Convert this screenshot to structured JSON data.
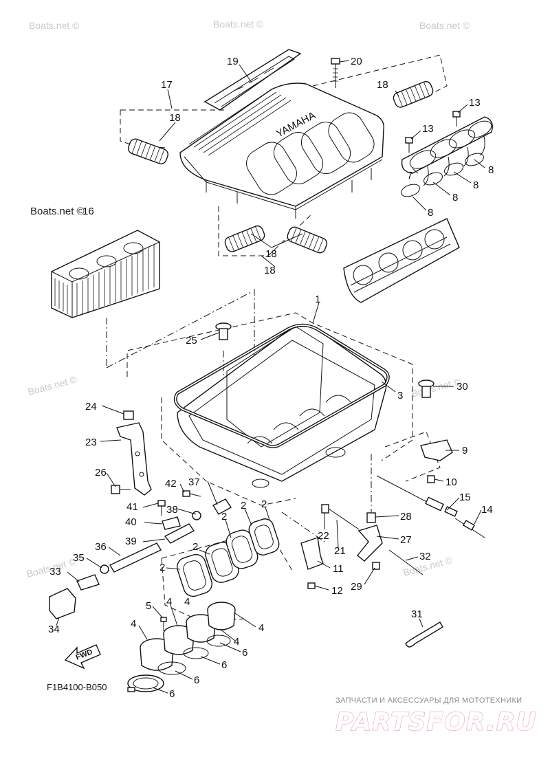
{
  "watermarks": [
    "Boats.net ©",
    "Boats.net ©",
    "Boats.net ©",
    "Boats.net ©",
    "Boats.net ©",
    "Boats.net ©",
    "Boats.net ©"
  ],
  "watermark_dark": "Boats.net ©",
  "part_number": "F1B4100-B050",
  "fwd_label": "FWD",
  "cover_brand": "YAMAHA",
  "footer": {
    "tagline": "ЗАПЧАСТИ И АКСЕССУАРЫ ДЛЯ МОТОТЕХНИКИ",
    "logo": "PARTSFOR.RU"
  },
  "callouts": [
    "1",
    "2",
    "2",
    "2",
    "2",
    "2",
    "3",
    "4",
    "4",
    "4",
    "4",
    "4",
    "5",
    "6",
    "6",
    "6",
    "6",
    "7",
    "8",
    "8",
    "8",
    "8",
    "9",
    "10",
    "11",
    "12",
    "13",
    "13",
    "14",
    "15",
    "16",
    "17",
    "18",
    "18",
    "18",
    "18",
    "19",
    "20",
    "21",
    "22",
    "23",
    "24",
    "25",
    "26",
    "27",
    "28",
    "29",
    "30",
    "31",
    "32",
    "33",
    "34",
    "35",
    "36",
    "37",
    "38",
    "39",
    "40",
    "41",
    "42"
  ]
}
